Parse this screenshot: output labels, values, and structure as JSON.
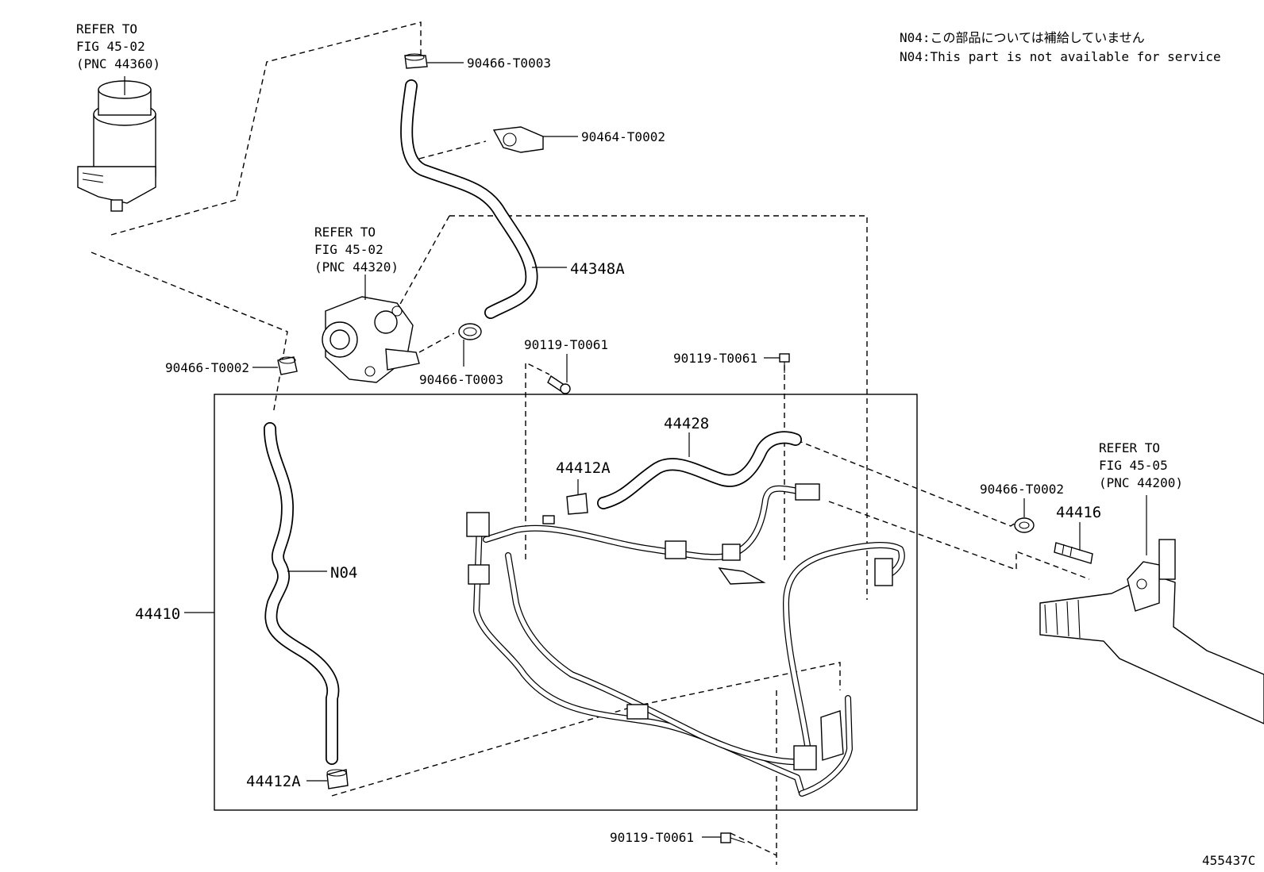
{
  "notes": {
    "line_jp": "N04:この部品については補給していません",
    "line_en": "N04:This part is not available for service"
  },
  "refs": {
    "reservoir": {
      "line1": "REFER TO",
      "line2": "FIG 45-02",
      "line3": "(PNC 44360)"
    },
    "pump": {
      "line1": "REFER TO",
      "line2": "FIG 45-02",
      "line3": "(PNC 44320)"
    },
    "gear": {
      "line1": "REFER TO",
      "line2": "FIG 45-05",
      "line3": "(PNC 44200)"
    }
  },
  "labels": {
    "clip_top": "90466-T0003",
    "clamp_top": "90464-T0002",
    "hose_44348a": "44348A",
    "clip_left": "90466-T0002",
    "clip_pump": "90466-T0003",
    "bolt_1": "90119-T0061",
    "bolt_2": "90119-T0061",
    "hose_44428": "44428",
    "clamp_44412a_top": "44412A",
    "clip_right": "90466-T0002",
    "union_44416": "44416",
    "assy_44410": "44410",
    "n04": "N04",
    "clamp_44412a_bottom": "44412A",
    "bolt_bottom": "90119-T0061"
  },
  "figure_id": "455437C"
}
